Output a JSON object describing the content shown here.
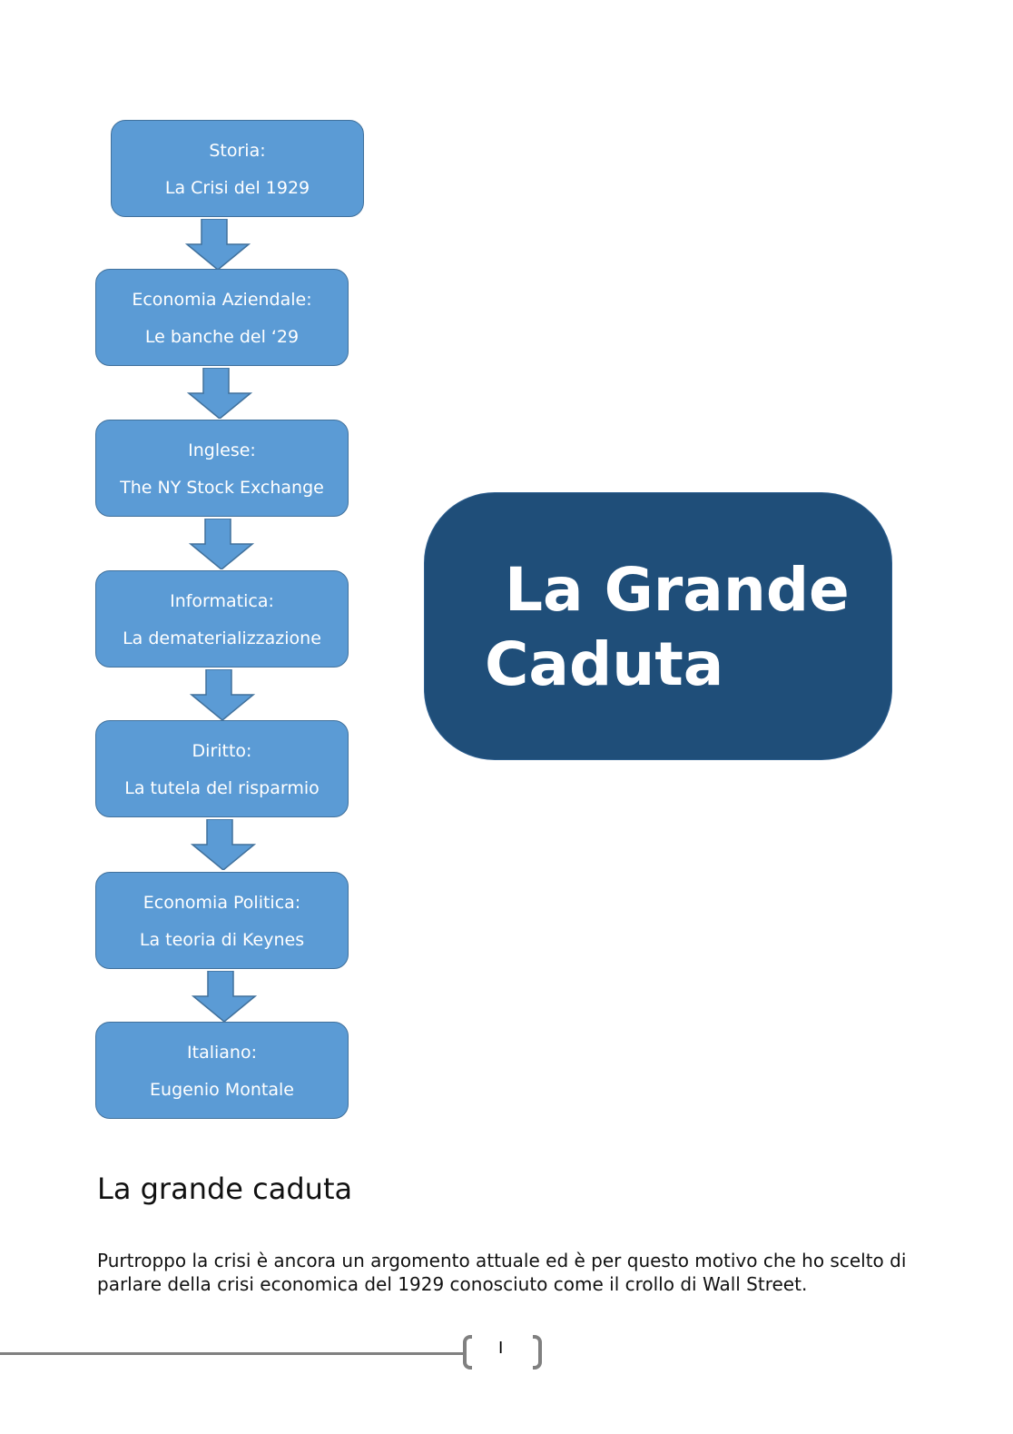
{
  "flow": [
    {
      "title": "Storia:",
      "subtitle": "La Crisi del 1929"
    },
    {
      "title": "Economia Aziendale:",
      "subtitle": "Le banche del ‘29"
    },
    {
      "title": "Inglese:",
      "subtitle": "The NY Stock Exchange"
    },
    {
      "title": "Informatica:",
      "subtitle": "La dematerializzazione"
    },
    {
      "title": "Diritto:",
      "subtitle": "La tutela del risparmio"
    },
    {
      "title": "Economia Politica:",
      "subtitle": "La teoria di Keynes"
    },
    {
      "title": "Italiano:",
      "subtitle": "Eugenio Montale"
    }
  ],
  "main_title": {
    "line1": "La Grande",
    "line2": "Caduta"
  },
  "heading": "La grande caduta",
  "paragraph": "Purtroppo la crisi è ancora un argomento attuale ed è per questo motivo che ho scelto di parlare della crisi economica del 1929 conosciuto come il crollo di Wall Street.",
  "page_number": "I",
  "colors": {
    "box": "#5b9bd5",
    "title_box": "#1f4e79"
  }
}
